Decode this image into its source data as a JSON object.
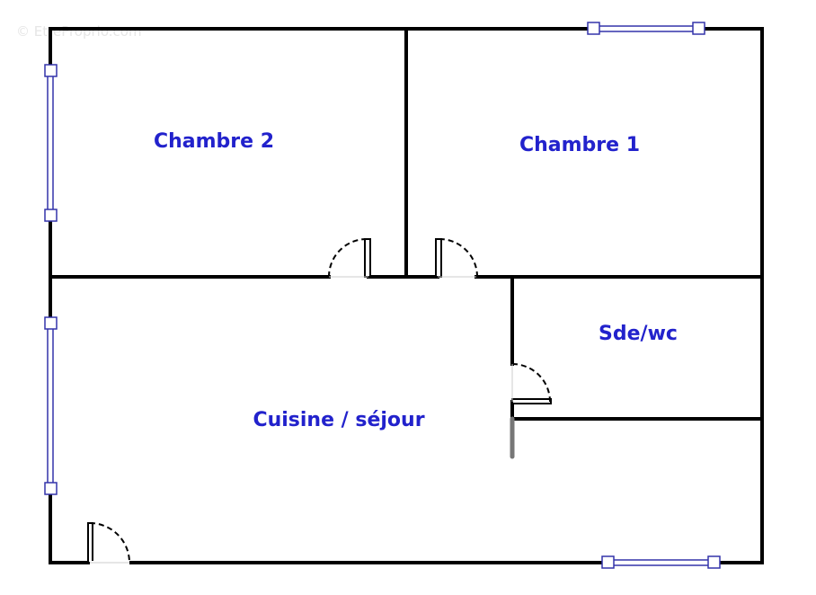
{
  "watermark": "© EtreProprio.com",
  "rooms": [
    {
      "name": "Chambre 2"
    },
    {
      "name": "Chambre 1"
    },
    {
      "name": "Sde/wc"
    },
    {
      "name": "Cuisine / séjour"
    }
  ],
  "colors": {
    "wall": "#000000",
    "window": "#3333aa",
    "label": "#2222cc"
  }
}
